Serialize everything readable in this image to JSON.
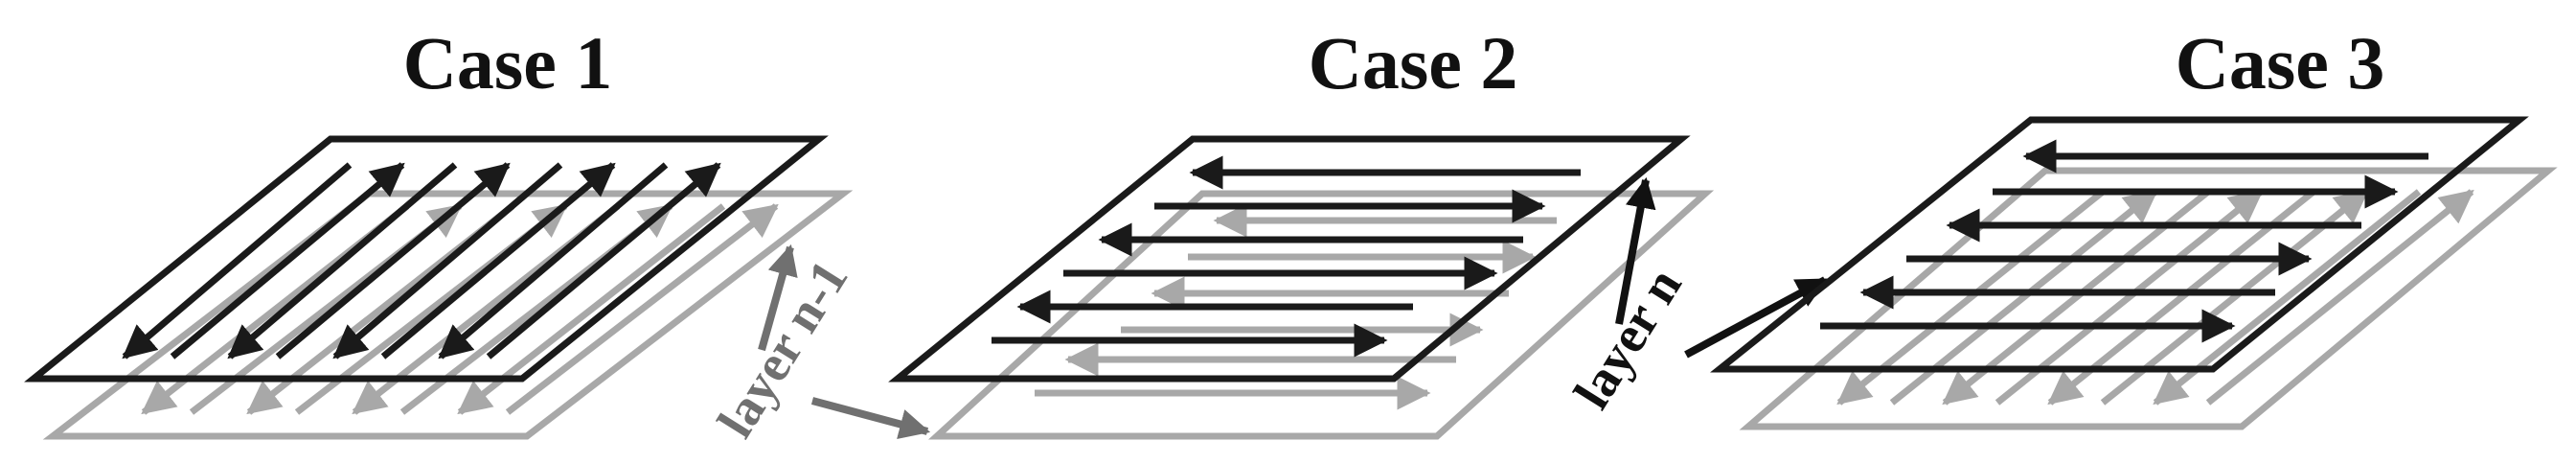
{
  "cases": [
    {
      "title": "Case 1",
      "raster": "diagonal-alternating",
      "lower_layer": "diagonal-alternating"
    },
    {
      "title": "Case 2",
      "raster": "horizontal-alternating",
      "lower_layer": "horizontal-alternating"
    },
    {
      "title": "Case 3",
      "raster": "horizontal-alternating",
      "lower_layer": "diagonal-alternating"
    }
  ],
  "labels": {
    "layer_prev": "layer n-1",
    "layer_current": "layer n"
  },
  "colors": {
    "layer_current": "#1a1a1a",
    "layer_prev": "#a8a8a8",
    "label_prev": "#707070",
    "label_current": "#111111",
    "background": "#ffffff"
  }
}
